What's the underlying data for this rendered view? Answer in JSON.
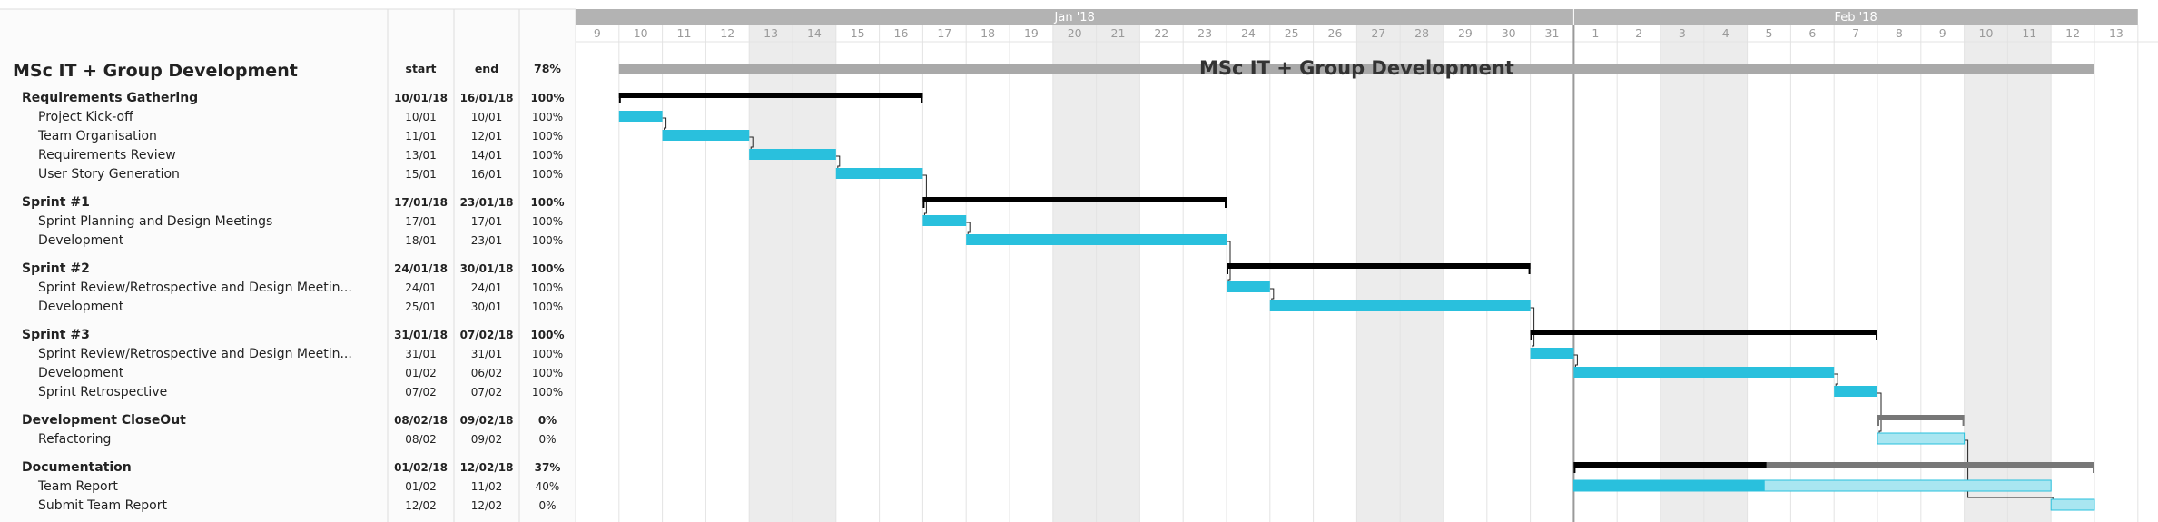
{
  "table": {
    "headers": {
      "start": "start",
      "end": "end",
      "progress": "78%"
    }
  },
  "months": [
    {
      "label": "Jan '18"
    },
    {
      "label": "Feb '18"
    }
  ],
  "chart_data": {
    "type": "gantt",
    "title": "MSc IT + Group Development",
    "project": {
      "name": "MSc IT + Group Development",
      "start": "2018-01-10",
      "end": "2018-02-12",
      "progress": 78
    },
    "axis": {
      "range": [
        "2018-01-09",
        "2018-02-13"
      ],
      "day_labels": [
        "9",
        "10",
        "11",
        "12",
        "13",
        "14",
        "15",
        "16",
        "17",
        "18",
        "19",
        "20",
        "21",
        "22",
        "23",
        "24",
        "25",
        "26",
        "27",
        "28",
        "29",
        "30",
        "31",
        "1",
        "2",
        "3",
        "4",
        "5",
        "6",
        "7",
        "8",
        "9",
        "10",
        "11",
        "12",
        "13"
      ],
      "weekend_days": [
        "2018-01-13",
        "2018-01-14",
        "2018-01-20",
        "2018-01-21",
        "2018-01-27",
        "2018-01-28",
        "2018-02-03",
        "2018-02-04",
        "2018-02-10",
        "2018-02-11"
      ],
      "today_marker": "2018-02-01"
    },
    "rows": [
      {
        "kind": "group",
        "name": "Requirements Gathering",
        "start_label": "10/01/18",
        "end_label": "16/01/18",
        "progress_label": "100%",
        "start": "2018-01-10",
        "end": "2018-01-16",
        "progress": 100
      },
      {
        "kind": "task",
        "name": "Project Kick-off",
        "start_label": "10/01",
        "end_label": "10/01",
        "progress_label": "100%",
        "start": "2018-01-10",
        "end": "2018-01-10",
        "progress": 100
      },
      {
        "kind": "task",
        "name": "Team Organisation",
        "start_label": "11/01",
        "end_label": "12/01",
        "progress_label": "100%",
        "start": "2018-01-11",
        "end": "2018-01-12",
        "progress": 100
      },
      {
        "kind": "task",
        "name": "Requirements Review",
        "start_label": "13/01",
        "end_label": "14/01",
        "progress_label": "100%",
        "start": "2018-01-13",
        "end": "2018-01-14",
        "progress": 100
      },
      {
        "kind": "task",
        "name": "User Story Generation",
        "start_label": "15/01",
        "end_label": "16/01",
        "progress_label": "100%",
        "start": "2018-01-15",
        "end": "2018-01-16",
        "progress": 100
      },
      {
        "kind": "group",
        "name": "Sprint #1",
        "start_label": "17/01/18",
        "end_label": "23/01/18",
        "progress_label": "100%",
        "start": "2018-01-17",
        "end": "2018-01-23",
        "progress": 100
      },
      {
        "kind": "task",
        "name": "Sprint Planning and Design Meetings",
        "start_label": "17/01",
        "end_label": "17/01",
        "progress_label": "100%",
        "start": "2018-01-17",
        "end": "2018-01-17",
        "progress": 100
      },
      {
        "kind": "task",
        "name": "Development",
        "start_label": "18/01",
        "end_label": "23/01",
        "progress_label": "100%",
        "start": "2018-01-18",
        "end": "2018-01-23",
        "progress": 100
      },
      {
        "kind": "group",
        "name": "Sprint #2",
        "start_label": "24/01/18",
        "end_label": "30/01/18",
        "progress_label": "100%",
        "start": "2018-01-24",
        "end": "2018-01-30",
        "progress": 100
      },
      {
        "kind": "task",
        "name": "Sprint Review/Retrospective and Design Meetin...",
        "start_label": "24/01",
        "end_label": "24/01",
        "progress_label": "100%",
        "start": "2018-01-24",
        "end": "2018-01-24",
        "progress": 100
      },
      {
        "kind": "task",
        "name": "Development",
        "start_label": "25/01",
        "end_label": "30/01",
        "progress_label": "100%",
        "start": "2018-01-25",
        "end": "2018-01-30",
        "progress": 100
      },
      {
        "kind": "group",
        "name": "Sprint #3",
        "start_label": "31/01/18",
        "end_label": "07/02/18",
        "progress_label": "100%",
        "start": "2018-01-31",
        "end": "2018-02-07",
        "progress": 100
      },
      {
        "kind": "task",
        "name": "Sprint Review/Retrospective and Design Meetin...",
        "start_label": "31/01",
        "end_label": "31/01",
        "progress_label": "100%",
        "start": "2018-01-31",
        "end": "2018-01-31",
        "progress": 100
      },
      {
        "kind": "task",
        "name": "Development",
        "start_label": "01/02",
        "end_label": "06/02",
        "progress_label": "100%",
        "start": "2018-02-01",
        "end": "2018-02-06",
        "progress": 100
      },
      {
        "kind": "task",
        "name": "Sprint Retrospective",
        "start_label": "07/02",
        "end_label": "07/02",
        "progress_label": "100%",
        "start": "2018-02-07",
        "end": "2018-02-07",
        "progress": 100
      },
      {
        "kind": "group",
        "name": "Development CloseOut",
        "start_label": "08/02/18",
        "end_label": "09/02/18",
        "progress_label": "0%",
        "start": "2018-02-08",
        "end": "2018-02-09",
        "progress": 0
      },
      {
        "kind": "task",
        "name": "Refactoring",
        "start_label": "08/02",
        "end_label": "09/02",
        "progress_label": "0%",
        "start": "2018-02-08",
        "end": "2018-02-09",
        "progress": 0
      },
      {
        "kind": "group",
        "name": "Documentation",
        "start_label": "01/02/18",
        "end_label": "12/02/18",
        "progress_label": "37%",
        "start": "2018-02-01",
        "end": "2018-02-12",
        "progress": 37
      },
      {
        "kind": "task",
        "name": "Team Report",
        "start_label": "01/02",
        "end_label": "11/02",
        "progress_label": "40%",
        "start": "2018-02-01",
        "end": "2018-02-11",
        "progress": 40
      },
      {
        "kind": "task",
        "name": "Submit Team Report",
        "start_label": "12/02",
        "end_label": "12/02",
        "progress_label": "0%",
        "start": "2018-02-12",
        "end": "2018-02-12",
        "progress": 0
      }
    ],
    "dependencies": [
      [
        1,
        2
      ],
      [
        2,
        3
      ],
      [
        3,
        4
      ],
      [
        4,
        6
      ],
      [
        6,
        7
      ],
      [
        7,
        9
      ],
      [
        9,
        10
      ],
      [
        10,
        12
      ],
      [
        12,
        13
      ],
      [
        13,
        14
      ],
      [
        14,
        16
      ],
      [
        16,
        19
      ]
    ]
  },
  "colors": {
    "task": "#29c0dd",
    "task_light": "#a9e6f1",
    "group": "#000000",
    "group_remaining": "#777777",
    "project_bar": "#a9a9a9",
    "month_header": "#b3b3b3",
    "weekend": "#ececec",
    "grid": "#e3e3e3"
  }
}
